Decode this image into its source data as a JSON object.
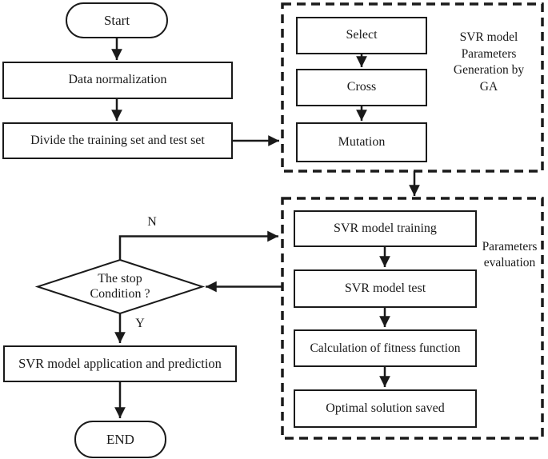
{
  "flowchart": {
    "nodes": {
      "start": "Start",
      "data_normalization": "Data normalization",
      "divide": "Divide the training set and test set",
      "select": "Select",
      "cross": "Cross",
      "mutation": "Mutation",
      "decision": "The stop\nCondition ?",
      "svr_training": "SVR model training",
      "svr_test": "SVR model test",
      "fitness": "Calculation of fitness function",
      "optimal": "Optimal solution saved",
      "application": "SVR model application and prediction",
      "end": "END"
    },
    "group_labels": {
      "ga": "SVR model\nParameters\nGeneration by\nGA",
      "evaluation": "Parameters\nevaluation"
    },
    "branch_labels": {
      "no": "N",
      "yes": "Y"
    },
    "colors": {
      "line": "#1a1a1a",
      "background": "#ffffff"
    }
  }
}
